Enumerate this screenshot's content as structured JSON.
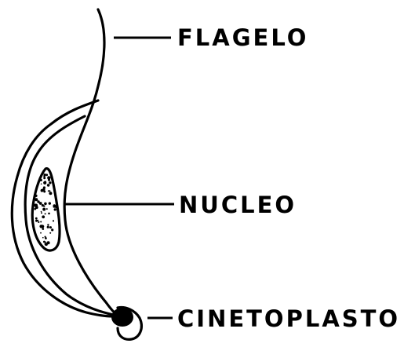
{
  "labels": {
    "flagelo": "FLAGELO",
    "nucleo": "NUCLEO",
    "cinetoplasto": "CINETOPLASTO"
  },
  "colors": {
    "ink": "#000000",
    "background": "#ffffff"
  }
}
